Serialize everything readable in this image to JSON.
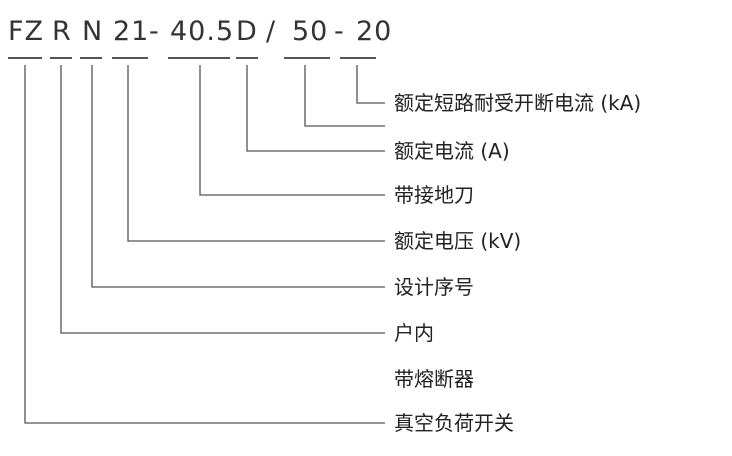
{
  "model_code": {
    "seg1": "FZ",
    "seg2": "R",
    "seg3": "N",
    "seg4": "21",
    "dash1": "-",
    "seg5": "40.5",
    "seg6": "D",
    "slash": "/",
    "seg7": "50",
    "dash2": "-",
    "seg8": "20"
  },
  "labels": {
    "l1": "额定短路耐受开断电流 (kA)",
    "l2": "额定电流 (A)",
    "l3": "带接地刀",
    "l4": "额定电压 (kV)",
    "l5": "设计序号",
    "l6": "户内",
    "l7": "带熔断器",
    "l8": "真空负荷开关"
  }
}
